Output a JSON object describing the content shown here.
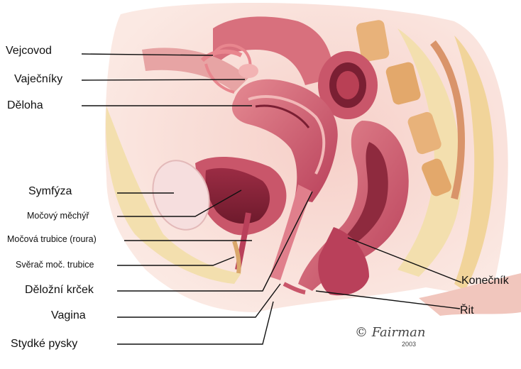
{
  "labels": {
    "vejcovod": "Vejcovod",
    "vajecniky": "Vaječníky",
    "deloha": "Děloha",
    "symfyza": "Symfýza",
    "mocovy_mechyr": "Močový měchýř",
    "mocova_trubice": "Močová trubice (roura)",
    "sverac": "Svěrač moč. trubice",
    "delozni_krcek": "Děložní krček",
    "vagina": "Vagina",
    "stydke_pysky": "Stydké pysky",
    "konecnik": "Konečník",
    "rit": "Řit"
  },
  "signature": {
    "name": "Fairman",
    "year": "2003"
  },
  "colors": {
    "tissue_pink": "#f1c6bd",
    "muscle_red": "#c9566a",
    "dark_red": "#7a1f33",
    "fat_yellow": "#f3dfae",
    "vertebra": "#e8b27a"
  }
}
